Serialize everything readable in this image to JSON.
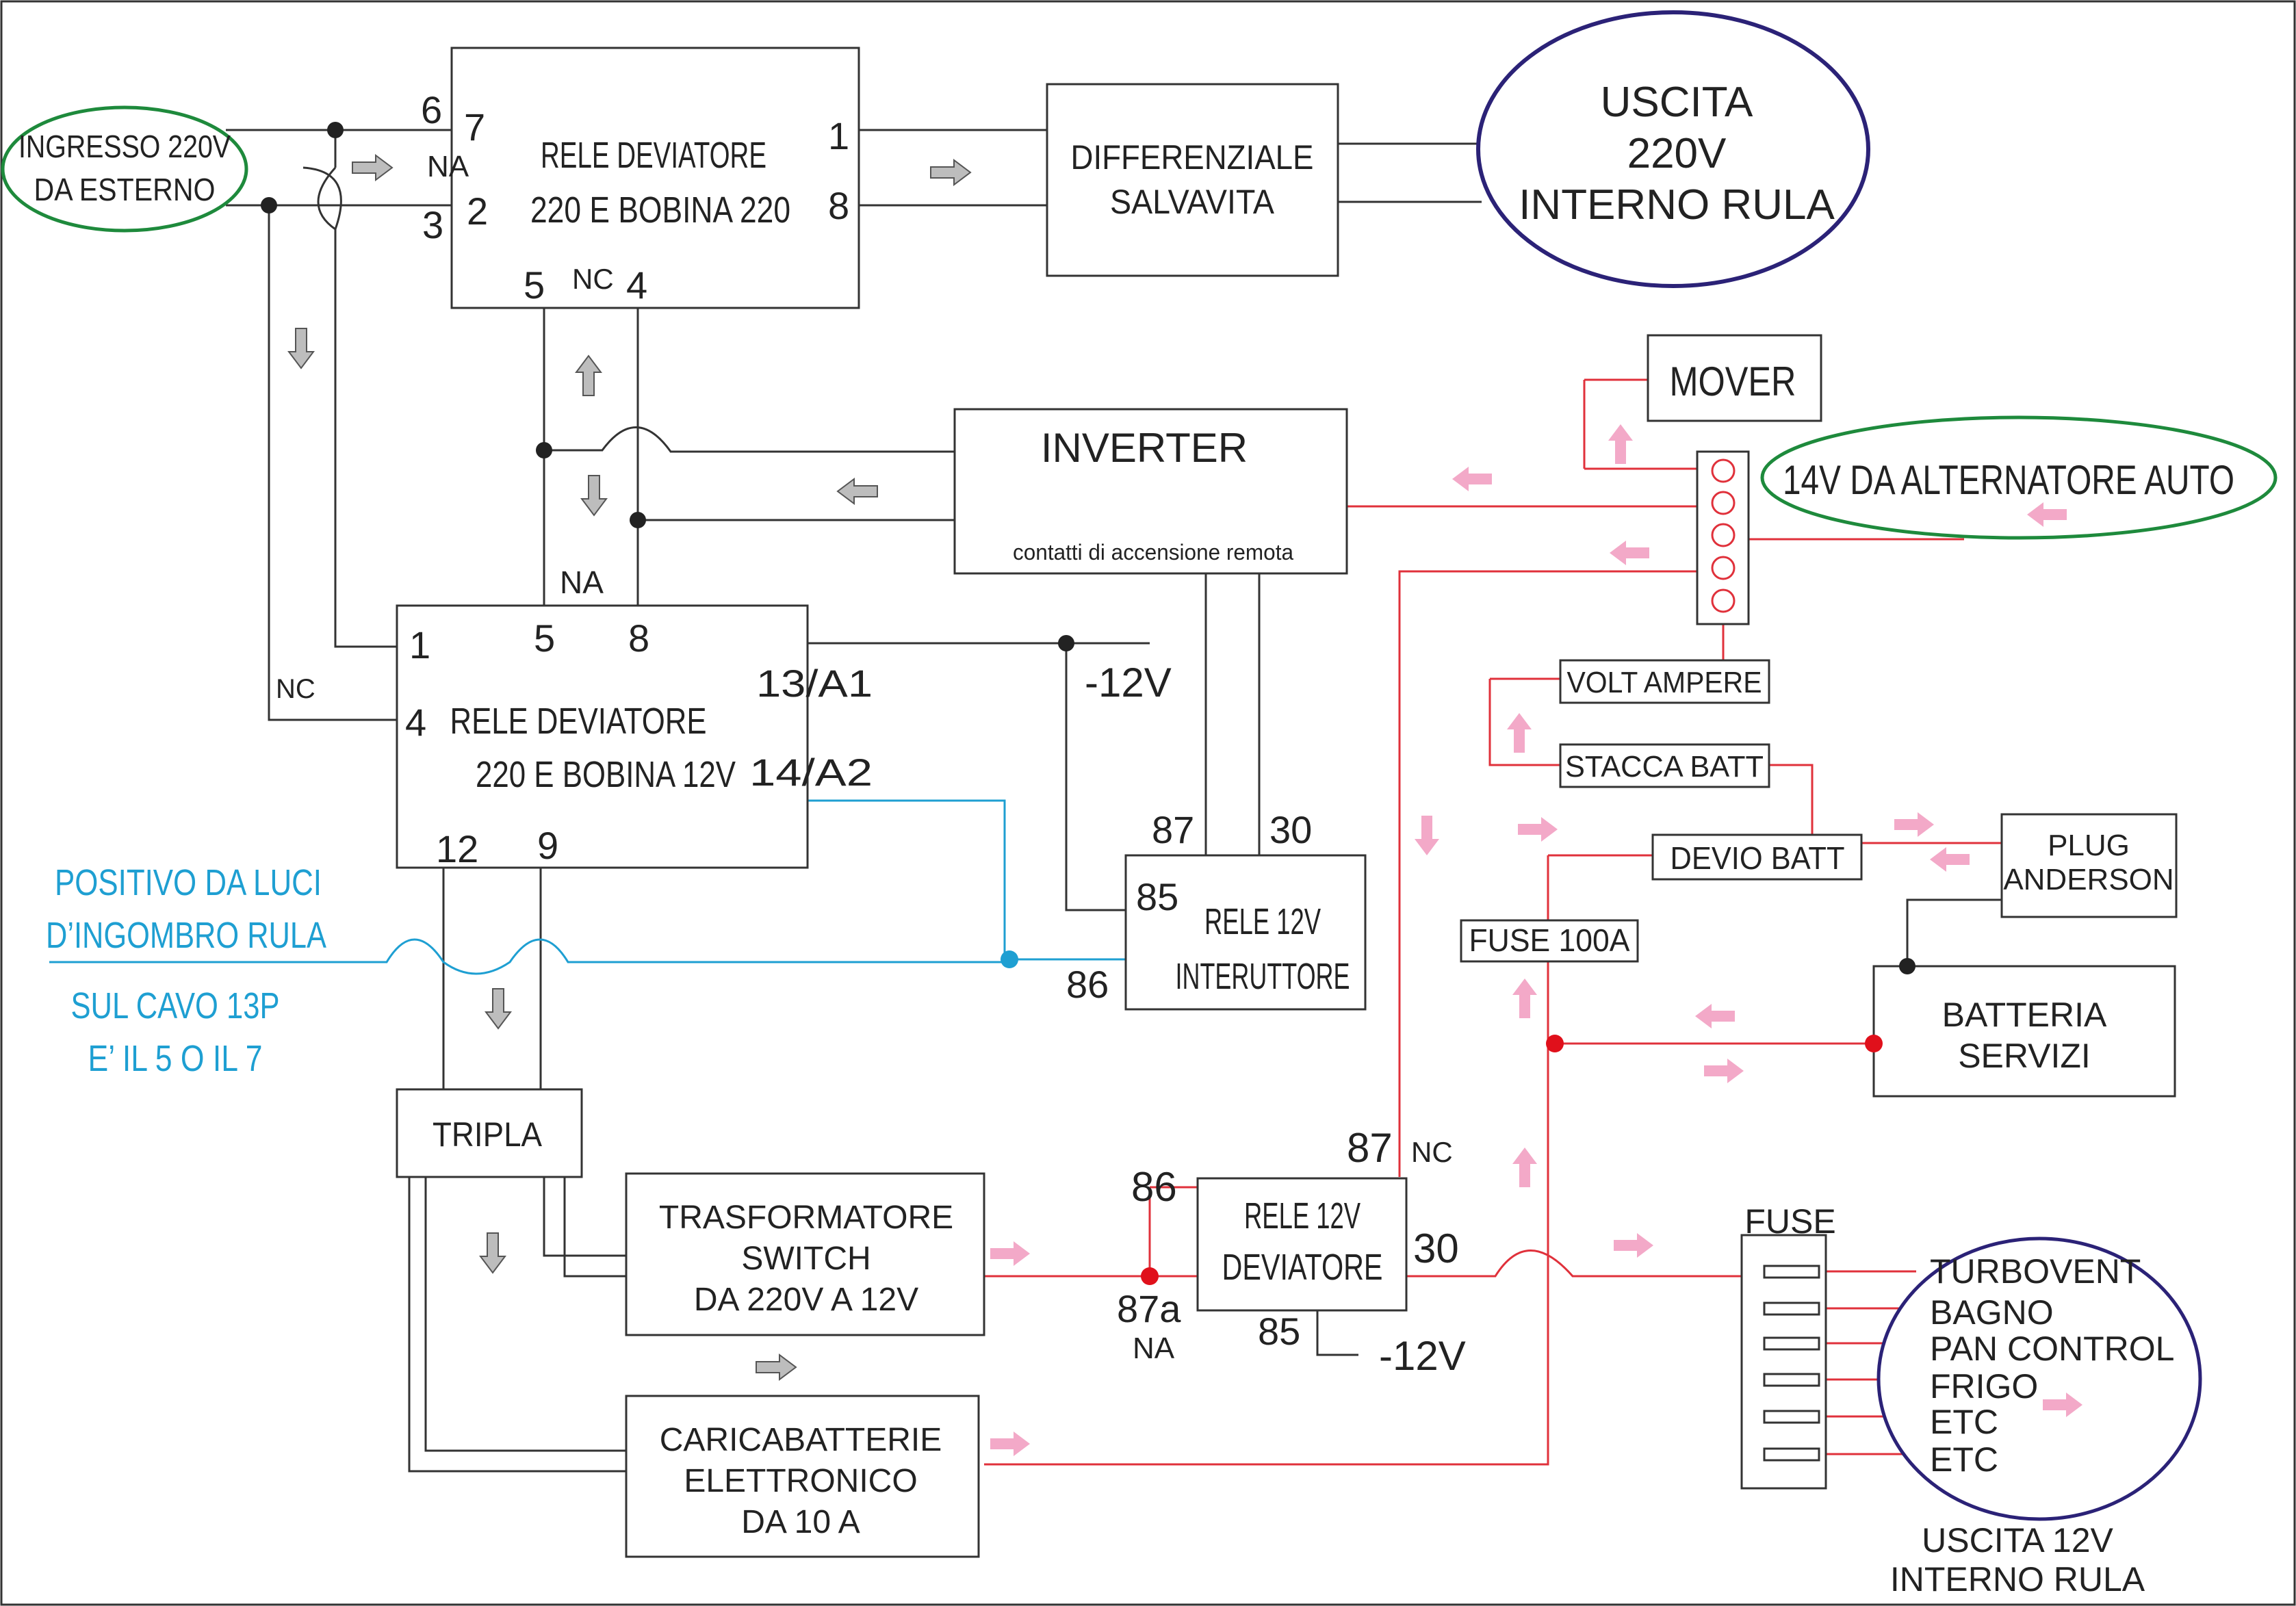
{
  "inputs": {
    "ingresso": "INGRESSO 220V",
    "ingresso_2": "DA ESTERNO"
  },
  "outputs": {
    "uscita_220_l1": "USCITA",
    "uscita_220_l2": "220V",
    "uscita_220_l3": "INTERNO RULA",
    "uscita_12_l1": "USCITA 12V",
    "uscita_12_l2": "INTERNO RULA"
  },
  "alternator": {
    "label": "14V DA ALTERNATORE AUTO"
  },
  "relay1": {
    "l1": "RELE DEVIATORE",
    "l2": "220 E BOBINA 220",
    "p6": "6",
    "p7": "7",
    "p3": "3",
    "p2": "2",
    "p1": "1",
    "p8": "8",
    "p5": "5",
    "p4": "4",
    "na": "NA",
    "nc": "NC"
  },
  "relay2": {
    "l1": "RELE DEVIATORE",
    "l2": "220 E BOBINA 12V",
    "p1": "1",
    "p4": "4",
    "p5": "5",
    "p8": "8",
    "p12": "12",
    "p9": "9",
    "a1": "13/A1",
    "a2": "14/A2",
    "na": "NA",
    "nc": "NC"
  },
  "differenziale": {
    "l1": "DIFFERENZIALE",
    "l2": "SALVAVITA"
  },
  "inverter": {
    "title": "INVERTER",
    "sub": "contatti di accensione remota"
  },
  "relay_int": {
    "l1": "RELE 12V",
    "l2": "INTERUTTORE",
    "p87": "87",
    "p30": "30",
    "p85": "85",
    "p86": "86"
  },
  "relay_dev": {
    "l1": "RELE 12V",
    "l2": "DEVIATORE",
    "p87": "87",
    "nc": "NC",
    "p86": "86",
    "p30": "30",
    "p87a": "87a",
    "na": "NA",
    "p85": "85"
  },
  "neg12": {
    "a": "-12V",
    "b": "-12V"
  },
  "tripla": "TRIPLA",
  "trasformatore": {
    "l1": "TRASFORMATORE",
    "l2": "SWITCH",
    "l3": "DA 220V  A  12V"
  },
  "caricabatterie": {
    "l1": "CARICABATTERIE",
    "l2": "ELETTRONICO",
    "l3": "DA 10 A"
  },
  "positivo": {
    "l1": "POSITIVO DA LUCI",
    "l2": "D’INGOMBRO RULA",
    "l3": "SUL CAVO 13P",
    "l4": "E’ IL 5 O IL 7"
  },
  "mover": "MOVER",
  "volt_ampere": "VOLT AMPERE",
  "stacca_batt": "STACCA BATT",
  "devio_batt": "DEVIO BATT",
  "plug": {
    "l1": "PLUG",
    "l2": "ANDERSON"
  },
  "fuse100": "FUSE 100A",
  "batteria": {
    "l1": "BATTERIA",
    "l2": "SERVIZI"
  },
  "fuse_block": "FUSE",
  "loads": [
    "TURBOVENT",
    "BAGNO",
    "PAN CONTROL",
    "FRIGO",
    "ETC",
    "ETC"
  ],
  "colors": {
    "wire_220": "#333333",
    "wire_12": "#e0313b",
    "signal": "#1e9fd2",
    "oval_green": "#1e8a3c",
    "oval_blue": "#2b2277",
    "arrow_pink": "#f3a9c8",
    "arrow_grey": "#bdbdbd"
  }
}
